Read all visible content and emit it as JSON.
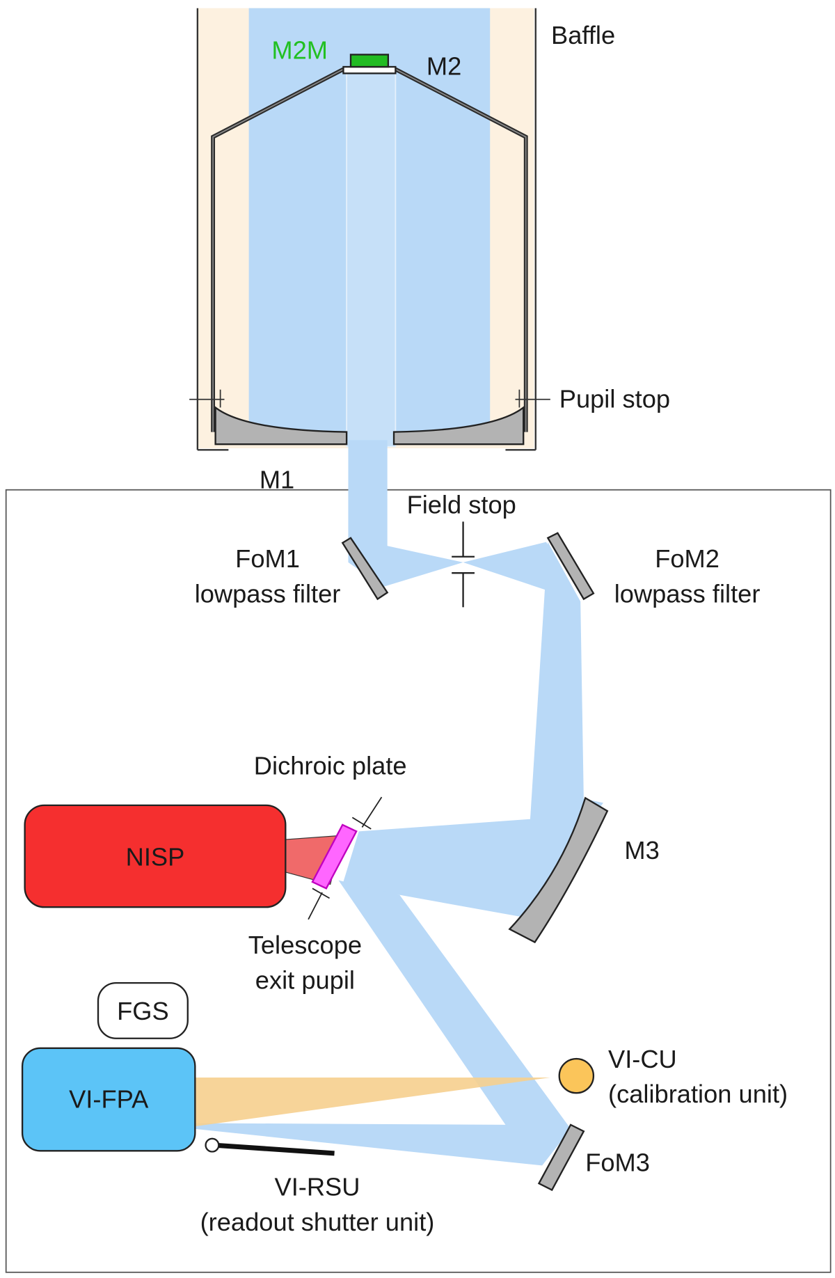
{
  "diagram": {
    "title": "Euclid telescope optical layout",
    "labels": {
      "baffle": "Baffle",
      "m2m": "M2M",
      "m2": "M2",
      "pupil_stop": "Pupil stop",
      "m1": "M1",
      "field_stop": "Field stop",
      "fom1_line1": "FoM1",
      "fom1_line2": "lowpass filter",
      "fom2_line1": "FoM2",
      "fom2_line2": "lowpass filter",
      "dichroic_plate": "Dichroic plate",
      "nisp": "NISP",
      "m3": "M3",
      "telescope_exit_pupil_line1": "Telescope",
      "telescope_exit_pupil_line2": "exit pupil",
      "fgs": "FGS",
      "vi_fpa": "VI-FPA",
      "vi_cu_line1": "VI-CU",
      "vi_cu_line2": "(calibration unit)",
      "fom3": "FoM3",
      "vi_rsu_line1": "VI-RSU",
      "vi_rsu_line2": "(readout shutter unit)"
    },
    "colors": {
      "beam": "#b9d9f7",
      "baffle_fill": "#fdf1e0",
      "mirror_fill": "#b3b3b3",
      "m2m_green": "#22bb22",
      "nisp_red": "#f52f2f",
      "nisp_beam": "#f06a6a",
      "dichroic_magenta": "#ff66ff",
      "vi_fpa_blue": "#5cc4f7",
      "vi_cu_orange": "#fbc55a",
      "cal_beam": "#f6cf8e"
    }
  }
}
